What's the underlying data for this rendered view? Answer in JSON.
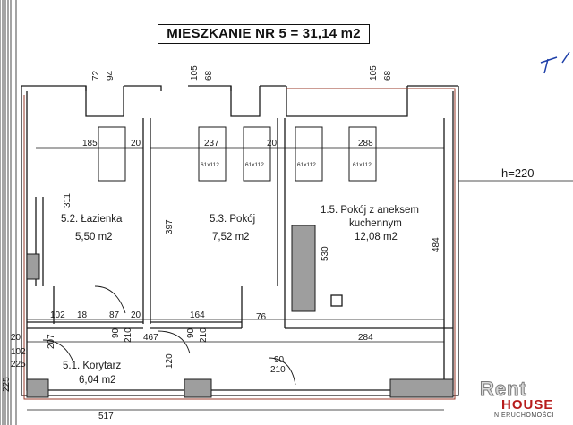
{
  "title": "MIESZKANIE NR 5 = 31,14 m2",
  "height_label": "h=220",
  "rooms": [
    {
      "id": "lazienka",
      "name": "5.2. Łazienka",
      "area": "5,50 m2"
    },
    {
      "id": "pokoj",
      "name": "5.3. Pokój",
      "area": "7,52 m2"
    },
    {
      "id": "aneks_l1",
      "name": "1.5. Pokój z aneksem",
      "name2": "kuchennym",
      "area": "12,08 m2"
    },
    {
      "id": "korytarz",
      "name": "5.1. Korytarz",
      "area": "6,04 m2"
    }
  ],
  "dimensions": {
    "w72": "72",
    "w94": "94",
    "w105a": "105",
    "w68a": "68",
    "w105b": "105",
    "w68b": "68",
    "d185": "185",
    "d20a": "20",
    "d237": "237",
    "d20b": "20",
    "d288": "288",
    "d311": "311",
    "d397": "397",
    "d530": "530",
    "d484": "484",
    "d102": "102",
    "d18": "18",
    "d87": "87",
    "d20c": "20",
    "d164": "164",
    "d76": "76",
    "d90a": "90",
    "d210a": "210",
    "d467": "467",
    "d90b": "90",
    "d210b": "210",
    "d284": "284",
    "d20d": "20",
    "d102b": "102",
    "d225a": "225",
    "d207": "207",
    "d120": "120",
    "d90c": "90",
    "d210c": "210",
    "d225b": "225",
    "d517": "517"
  },
  "windows": [
    "61x112",
    "61x112",
    "61x112",
    "61x112"
  ],
  "logo": {
    "line1": "Rent",
    "line2": "HOUSE",
    "line3": "NIERUCHOMOŚCI"
  }
}
